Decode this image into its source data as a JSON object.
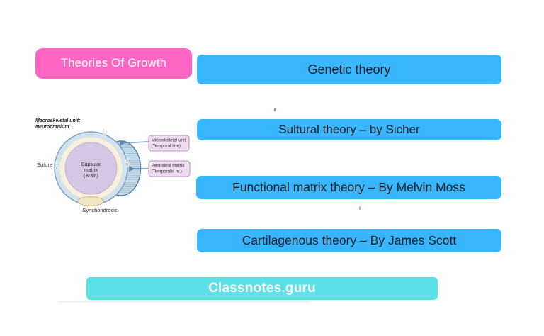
{
  "title_button": {
    "label": "Theories Of Growth",
    "color": "#ff66c4",
    "text_color": "#ffffff"
  },
  "theory_buttons": [
    {
      "label": "Genetic theory"
    },
    {
      "label": "Sultural theory – by Sicher"
    },
    {
      "label": "Functional matrix theory – By Melvin Moss"
    },
    {
      "label": "Cartilagenous theory – By James Scott"
    }
  ],
  "theory_button_color": "#38b6ff",
  "theory_button_text_color": "#1f1f1f",
  "footer_button": {
    "label": "Classnotes.guru",
    "color": "#5ce1e6",
    "text_color": "#ffffff"
  },
  "diagram": {
    "heading_line1": "Macroskeletal unit:",
    "heading_line2": "Neurocranium",
    "suture_label": "Suture",
    "synchondrosis_label": "Synchondrosis",
    "center_label_line1": "Capsular",
    "center_label_line2": "matrix",
    "center_label_line3": "(Brain)",
    "callout1_line1": "Microskeletal unit",
    "callout1_line2": "(Temporal line)",
    "callout2_line1": "Periosteal matrix",
    "callout2_line2": "(Temporalis m.)",
    "colors": {
      "skull_ring_fill": "#d3e2ec",
      "skull_ring_stroke": "#7aa5c0",
      "cream_ring_fill": "#f8f0da",
      "brain_fill": "#d5c6e4",
      "brain_stroke": "#bfa9d4",
      "muscle_fill": "#c9dce9",
      "muscle_stripe": "#9dbcd3",
      "muscle_stroke": "#4e7fa0",
      "synchondrosis_fill": "#f2e5c4",
      "synchondrosis_stroke": "#d3b888",
      "callout_fill": "#eedcf0",
      "callout_stroke": "#b98fc6",
      "arrow": "#5d8fb5"
    }
  }
}
